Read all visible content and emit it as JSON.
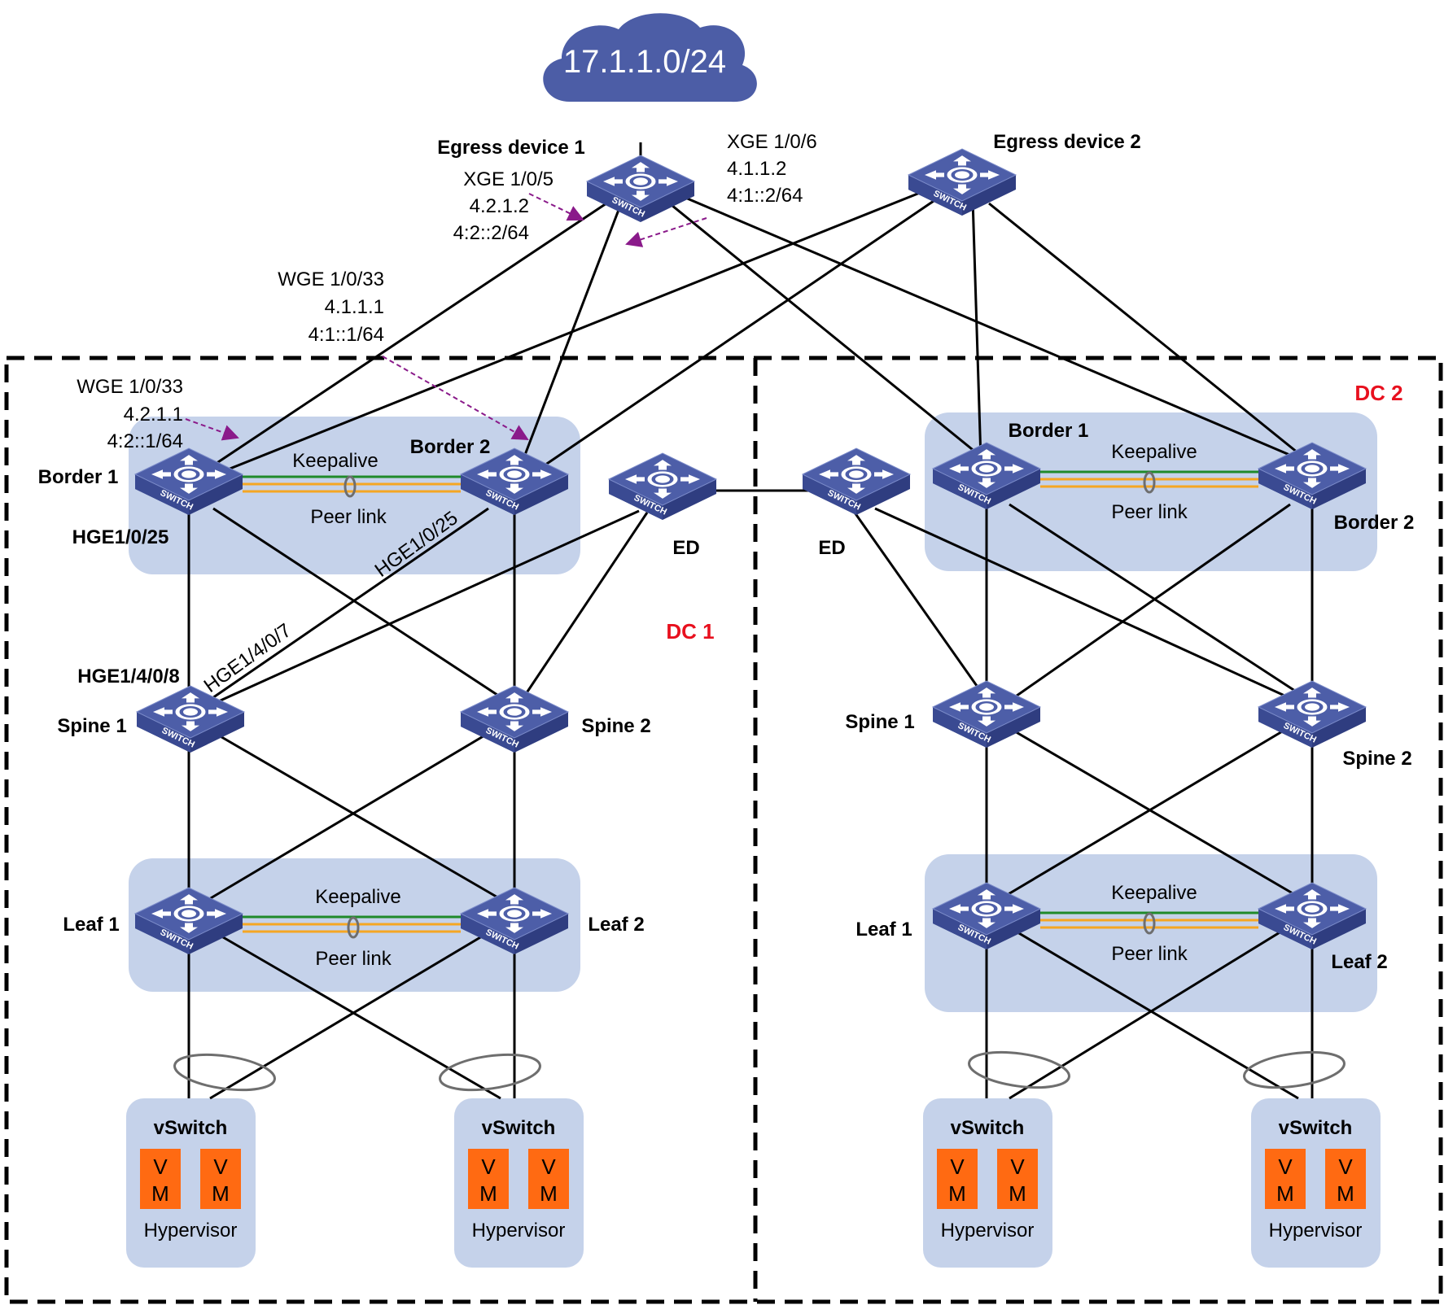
{
  "cloud": {
    "label": "17.1.1.0/24"
  },
  "egress": {
    "device1": "Egress device 1",
    "device2": "Egress device 2",
    "if_xge5": [
      "XGE 1/0/5",
      "4.2.1.2",
      "4:2::2/64"
    ],
    "if_xge6": [
      "XGE 1/0/6",
      "4.1.1.2",
      "4:1::2/64"
    ]
  },
  "dc1": {
    "name": "DC 1",
    "border1": "Border 1",
    "border2": "Border 2",
    "keepalive": "Keepalive",
    "peerlink": "Peer link",
    "hge_b1": "HGE1/0/25",
    "hge_b2": "HGE1/0/25",
    "wge_b1": [
      "WGE 1/0/33",
      "4.2.1.1",
      "4:2::1/64"
    ],
    "wge_b2": [
      "WGE 1/0/33",
      "4.1.1.1",
      "4:1::1/64"
    ],
    "hge_s1a": "HGE1/4/0/8",
    "hge_s1b": "HGE1/4/0/7",
    "spine1": "Spine 1",
    "spine2": "Spine 2",
    "leaf1": "Leaf 1",
    "leaf2": "Leaf 2",
    "leaf_keepalive": "Keepalive",
    "leaf_peerlink": "Peer link",
    "ed": "ED"
  },
  "dc2": {
    "name": "DC 2",
    "border1": "Border 1",
    "border2": "Border 2",
    "keepalive": "Keepalive",
    "peerlink": "Peer link",
    "spine1": "Spine 1",
    "spine2": "Spine 2",
    "leaf1": "Leaf 1",
    "leaf2": "Leaf 2",
    "leaf_keepalive": "Keepalive",
    "leaf_peerlink": "Peer link",
    "ed": "ED"
  },
  "switch_text": "SWITCH",
  "host": {
    "vswitch": "vSwitch",
    "hypervisor": "Hypervisor",
    "vm_v": "V",
    "vm_m": "M"
  },
  "colors": {
    "switch_top": "#4d5ea8",
    "switch_side": "#2f3d80",
    "group_bg": "#c5d2ea",
    "cloud": "#4c5da6",
    "vm": "#ff6a12",
    "keepalive": "#1f8a2a",
    "peerlink": "#f5a623",
    "annotation_arrow": "#8a1a8a",
    "dc_label": "#e8101e"
  }
}
